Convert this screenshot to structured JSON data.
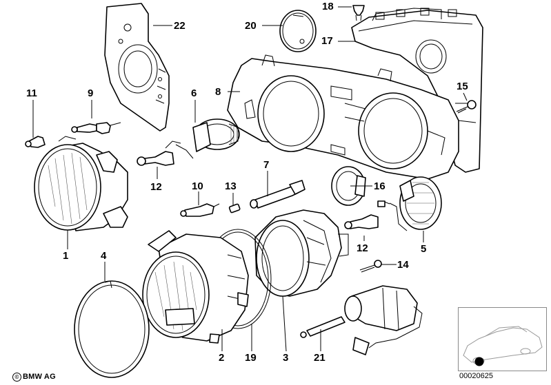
{
  "diagram": {
    "callouts": [
      {
        "id": "1",
        "text": "1"
      },
      {
        "id": "2",
        "text": "2"
      },
      {
        "id": "3",
        "text": "3"
      },
      {
        "id": "4",
        "text": "4"
      },
      {
        "id": "5",
        "text": "5"
      },
      {
        "id": "6",
        "text": "6"
      },
      {
        "id": "7",
        "text": "7"
      },
      {
        "id": "8",
        "text": "8"
      },
      {
        "id": "9",
        "text": "9"
      },
      {
        "id": "10",
        "text": "10"
      },
      {
        "id": "11",
        "text": "11"
      },
      {
        "id": "12a",
        "text": "12"
      },
      {
        "id": "12b",
        "text": "12"
      },
      {
        "id": "13",
        "text": "13"
      },
      {
        "id": "14",
        "text": "14"
      },
      {
        "id": "15",
        "text": "15"
      },
      {
        "id": "16",
        "text": "16"
      },
      {
        "id": "17",
        "text": "17"
      },
      {
        "id": "18",
        "text": "18"
      },
      {
        "id": "19",
        "text": "19"
      },
      {
        "id": "20",
        "text": "20"
      },
      {
        "id": "21",
        "text": "21"
      },
      {
        "id": "22",
        "text": "22"
      }
    ]
  },
  "footer": {
    "brand_mark": "©",
    "brand": "BMW AG",
    "doc_number": "00020625"
  }
}
